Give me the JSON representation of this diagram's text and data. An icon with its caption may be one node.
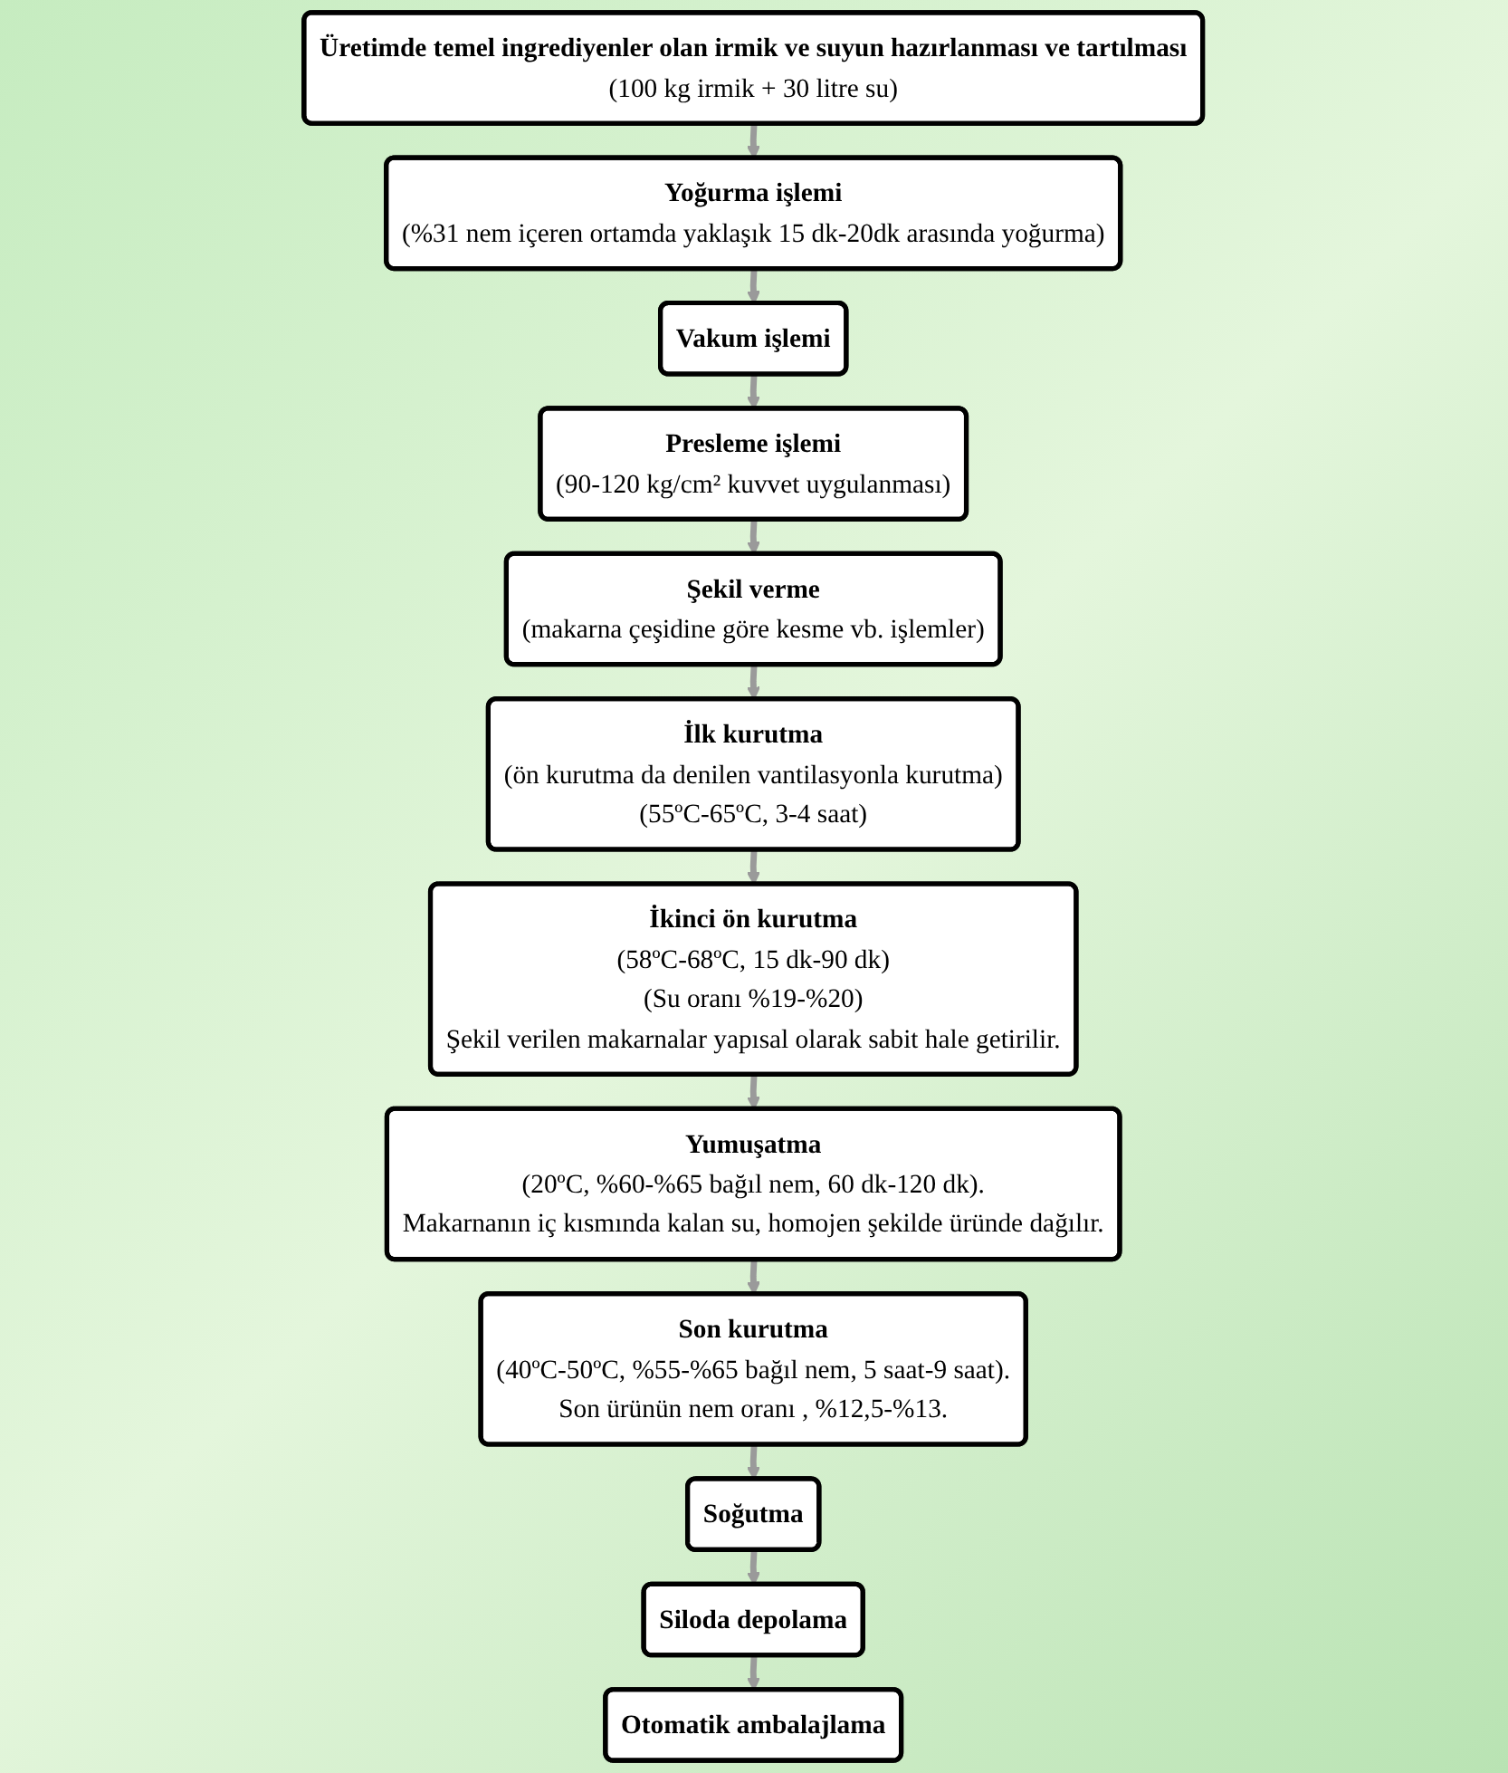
{
  "diagram": {
    "nodes": [
      {
        "text": [
          "Üretimde temel ingrediyenler olan irmik ve suyun hazırlanması ve tartılması",
          "(100 kg irmik + 30 litre su)"
        ]
      },
      {
        "text": [
          "Yoğurma işlemi",
          "(%31 nem içeren ortamda yaklaşık 15 dk-20dk arasında yoğurma)"
        ]
      },
      {
        "text": [
          "Vakum işlemi"
        ]
      },
      {
        "text": [
          "İlk kurutma",
          "(ön kurutma da denilen vantilasyonla kurutma)",
          "(55ºC-65ºC, 3-4 saat)"
        ]
      },
      {
        "text": [
          "Şekil verme",
          "(makarna çeşidine göre kesme vb. işlemler)"
        ]
      },
      {
        "text": [
          "Presleme işlemi",
          "(90-120 kg/cm² kuvvet uygulanması)"
        ]
      },
      {
        "text": [
          "İkinci ön kurutma",
          "(58ºC-68ºC, 15 dk-90 dk)",
          "(Su oranı %19-%20)",
          "Şekil verilen makarnalar yapısal olarak sabit hale getirilir."
        ]
      },
      {
        "text": [
          "Yumuşatma",
          "(20ºC, %60-%65 bağıl nem, 60 dk-120 dk).",
          "Makarnanın iç kısmında kalan su, homojen şekilde üründe dağılır."
        ]
      },
      {
        "text": [
          "Son kurutma",
          "(40ºC-50ºC, %55-%65 bağıl nem, 5 saat-9 saat).",
          "Son ürünün nem oranı , %12,5-%13."
        ]
      },
      {
        "text": [
          "Otomatik ambalajlama"
        ]
      },
      {
        "text": [
          "Siloda depolama"
        ]
      },
      {
        "text": [
          "Soğutma"
        ]
      }
    ],
    "edges": [
      {
        "from": 0,
        "to": 1,
        "arrow": "to"
      },
      {
        "from": 1,
        "to": 2,
        "arrow": "to"
      },
      {
        "from": 2,
        "to": 5,
        "arrow": "to"
      },
      {
        "from": 5,
        "to": 4,
        "arrow": "to"
      },
      {
        "from": 4,
        "to": 3,
        "arrow": "to"
      },
      {
        "from": 3,
        "to": 6,
        "arrow": "to"
      },
      {
        "from": 6,
        "to": 7,
        "arrow": "to"
      },
      {
        "from": 7,
        "to": 8,
        "arrow": "to"
      },
      {
        "from": 8,
        "to": 11,
        "arrow": "to"
      },
      {
        "from": 11,
        "to": 10,
        "arrow": "to"
      },
      {
        "from": 10,
        "to": 9,
        "arrow": "to"
      }
    ]
  }
}
